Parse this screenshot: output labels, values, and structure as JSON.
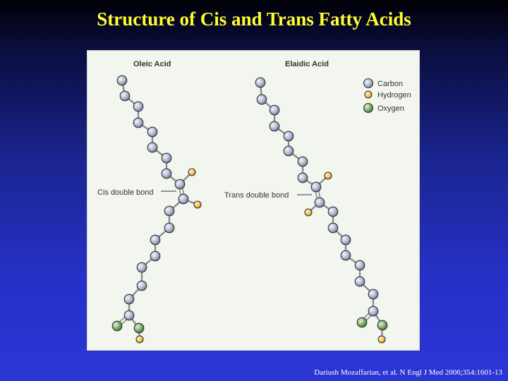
{
  "title": "Structure of Cis and Trans Fatty Acids",
  "figure": {
    "molecules": [
      {
        "name": "Oleic Acid",
        "bond_label": "Cis double bond"
      },
      {
        "name": "Elaidic Acid",
        "bond_label": "Trans double bond"
      }
    ],
    "legend": [
      {
        "label": "Carbon",
        "color": "#aab3c9"
      },
      {
        "label": "Hydrogen",
        "color": "#f2c35a"
      },
      {
        "label": "Oxygen",
        "color": "#7fae6c"
      }
    ]
  },
  "citation": "Dariush Mozaffarian, et al. N Engl J Med 2006;354:1601-13"
}
